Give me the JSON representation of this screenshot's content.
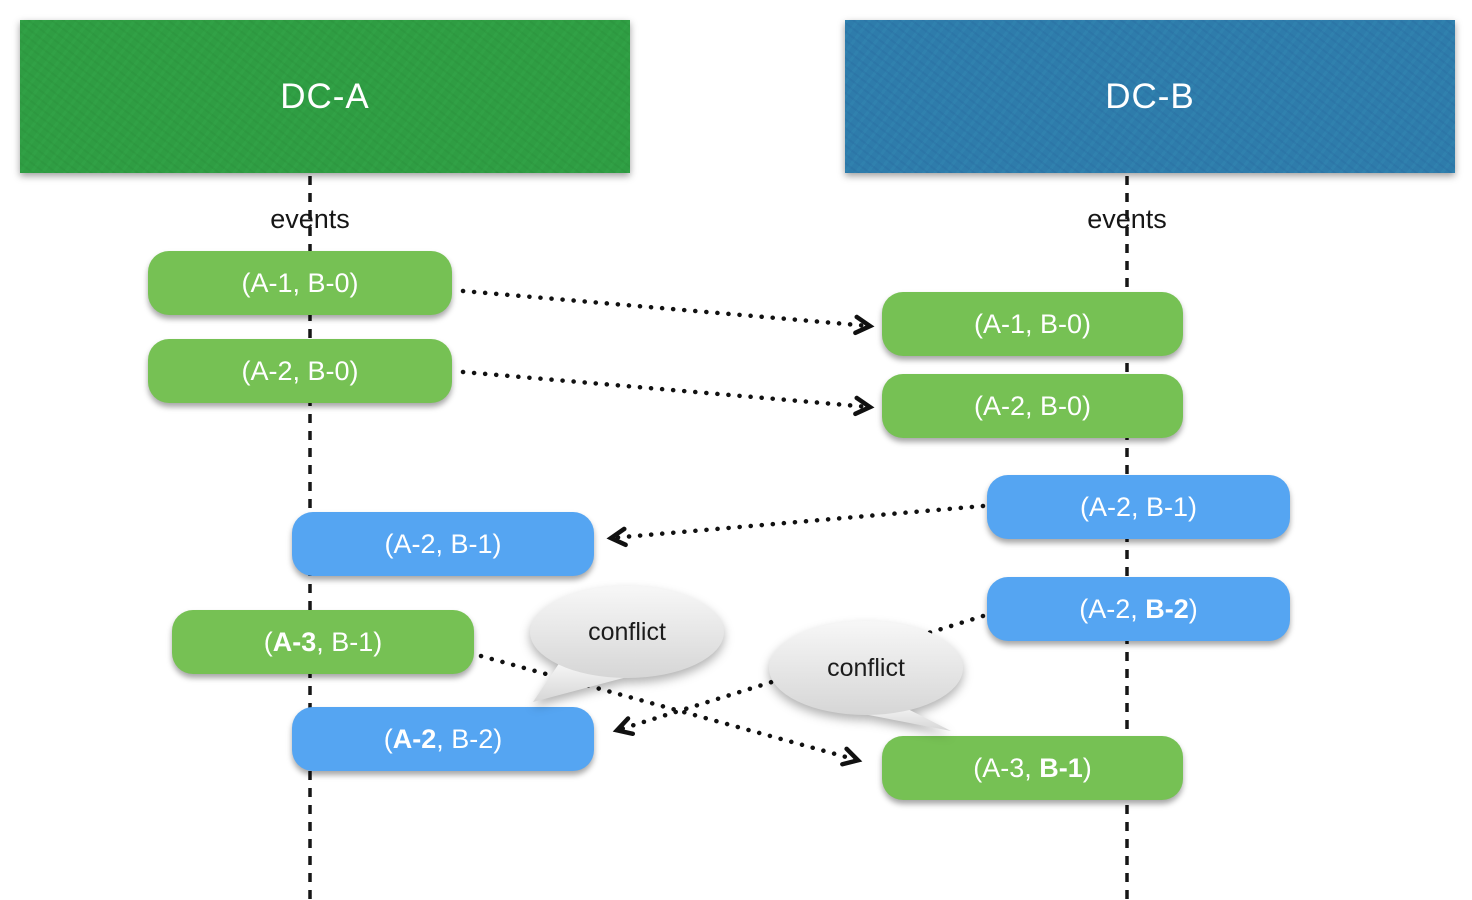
{
  "headers": {
    "dc_a": "DC-A",
    "dc_b": "DC-B"
  },
  "timelines": {
    "a_label": "events",
    "b_label": "events"
  },
  "pills": {
    "a": [
      {
        "pre": "(A-1, B-0)",
        "bold": "",
        "post": "",
        "color": "green"
      },
      {
        "pre": "(A-2, B-0)",
        "bold": "",
        "post": "",
        "color": "green"
      },
      {
        "pre": "(A-2, B-1)",
        "bold": "",
        "post": "",
        "color": "blue"
      },
      {
        "pre": "(",
        "bold": "A-3",
        "post": ", B-1)",
        "color": "green"
      },
      {
        "pre": "(",
        "bold": "A-2",
        "post": ", B-2)",
        "color": "blue"
      }
    ],
    "b": [
      {
        "pre": "(A-1, B-0)",
        "bold": "",
        "post": "",
        "color": "green"
      },
      {
        "pre": "(A-2, B-0)",
        "bold": "",
        "post": "",
        "color": "green"
      },
      {
        "pre": "(A-2, B-1)",
        "bold": "",
        "post": "",
        "color": "blue"
      },
      {
        "pre": "(A-2, ",
        "bold": "B-2",
        "post": ")",
        "color": "blue"
      },
      {
        "pre": "(A-3, ",
        "bold": "B-1",
        "post": ")",
        "color": "green"
      }
    ]
  },
  "bubbles": [
    {
      "label": "conflict"
    },
    {
      "label": "conflict"
    }
  ],
  "colors": {
    "dc_a_box": "#2f9d43",
    "dc_b_box": "#2e7cab",
    "pill_green": "#76c154",
    "pill_blue": "#55a5f2",
    "arrow": "#111111",
    "bubble_fill_top": "#f6f6f6",
    "bubble_fill_bottom": "#d6d6d6",
    "background": "#ffffff"
  }
}
